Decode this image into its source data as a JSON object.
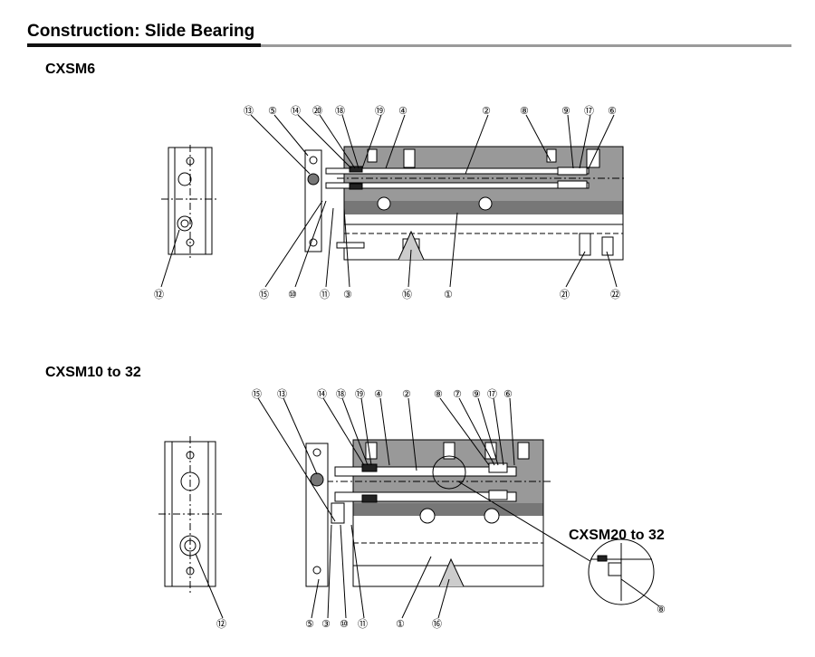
{
  "page_title": "Construction: Slide Bearing",
  "sections": [
    {
      "model": "CXSM6",
      "callouts_top": [
        "⑬",
        "⑤",
        "⑭",
        "⑳",
        "⑱",
        "⑲",
        "④",
        "②",
        "⑧",
        "⑨",
        "⑰",
        "⑥"
      ],
      "callouts_bottom": [
        "⑫",
        "⑮",
        "⑩",
        "⑪",
        "③",
        "⑯",
        "①",
        "㉑",
        "㉒"
      ]
    },
    {
      "model": "CXSM10 to 32",
      "callouts_top": [
        "⑮",
        "⑬",
        "⑭",
        "⑱",
        "⑲",
        "④",
        "②",
        "⑧",
        "⑦",
        "⑨",
        "⑰",
        "⑥"
      ],
      "callouts_bottom": [
        "⑫",
        "⑤",
        "③",
        "⑩",
        "⑪",
        "①",
        "⑯"
      ],
      "detail": {
        "label": "CXSM20 to 32",
        "callout": "⑧"
      }
    }
  ]
}
